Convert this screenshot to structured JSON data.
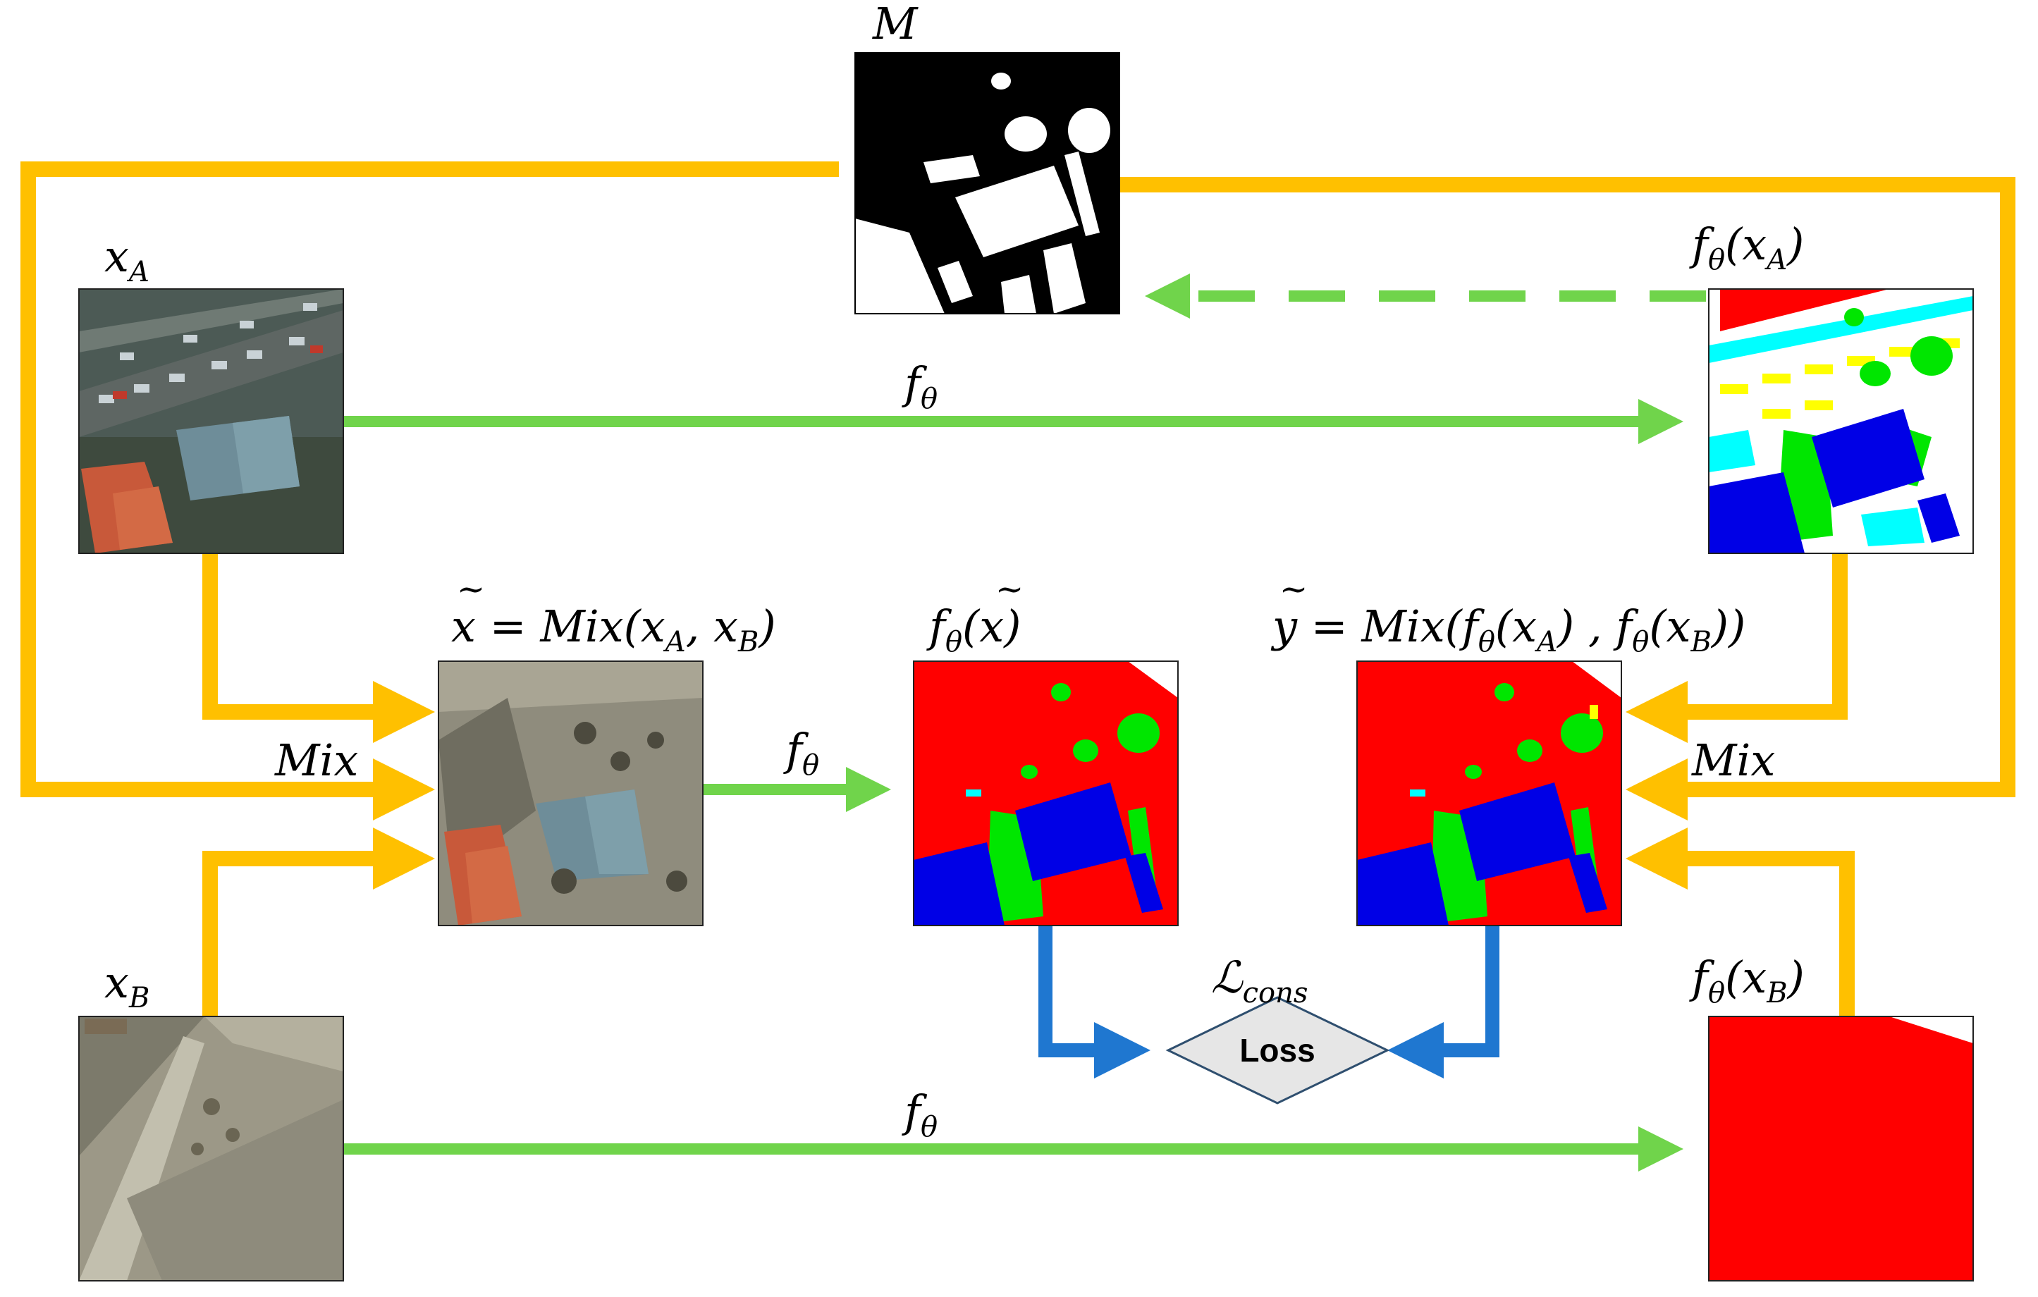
{
  "labels": {
    "mask": "M",
    "xA": "x",
    "xA_sub": "A",
    "xB": "x",
    "xB_sub": "B",
    "f_theta": "f",
    "theta": "θ",
    "f_theta_xA": "f",
    "f_theta_xB": "f",
    "x_tilde_eq": "x = Mix(x",
    "x_tilde_mid": ", x",
    "x_tilde_end": ")",
    "f_theta_x_tilde": "f",
    "y_tilde_eq": "y = Mix(f",
    "y_tilde_mid": "(x",
    "y_tilde_mid2": ") , f",
    "y_tilde_end": "))",
    "mix_left": "Mix",
    "mix_right": "Mix",
    "loss_symbol": "ℒ",
    "loss_sub": "cons",
    "loss_box": "Loss"
  },
  "colors": {
    "yellow_arrow": "#FFC000",
    "green_arrow": "#70D44B",
    "blue_arrow": "#1F77D0",
    "seg_red": "#FF0000",
    "seg_blue": "#0000E6",
    "seg_green": "#00E600",
    "seg_cyan": "#00FFFF",
    "seg_yellow": "#FFFF00",
    "loss_fill": "#E6E6E6",
    "loss_stroke": "#2F4F6F"
  }
}
